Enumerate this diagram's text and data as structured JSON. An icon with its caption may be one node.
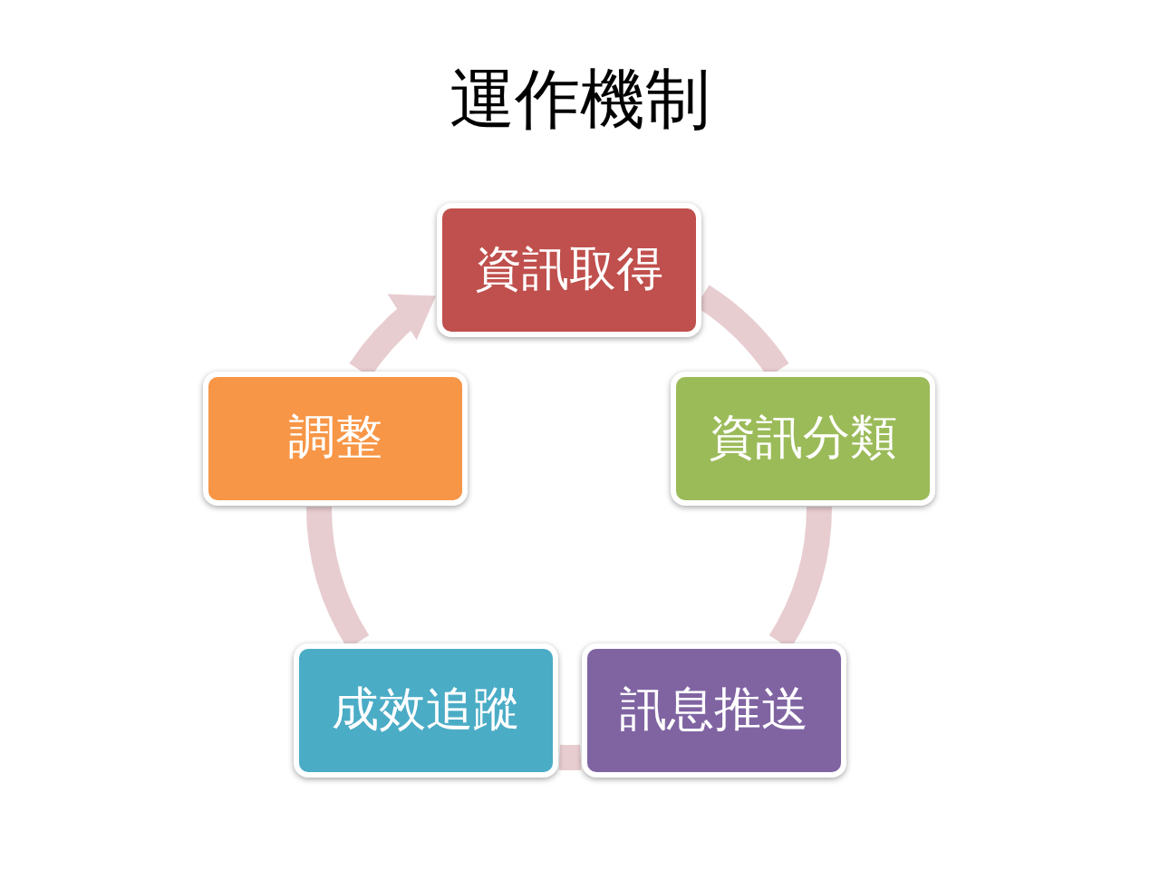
{
  "diagram": {
    "title": "運作機制",
    "nodes": [
      {
        "text": [
          "資訊取得"
        ]
      },
      {
        "text": [
          "資訊分類"
        ]
      },
      {
        "text": [
          "訊息推送"
        ]
      },
      {
        "text": [
          "成效追蹤"
        ]
      },
      {
        "text": [
          "調整"
        ]
      }
    ],
    "edges": [
      {
        "from": 0,
        "to": 1,
        "arrow": "none"
      },
      {
        "from": 1,
        "to": 2,
        "arrow": "none"
      },
      {
        "from": 2,
        "to": 3,
        "arrow": "none"
      },
      {
        "from": 3,
        "to": 4,
        "arrow": "none"
      },
      {
        "from": 4,
        "to": 0,
        "arrow": "to"
      }
    ]
  }
}
